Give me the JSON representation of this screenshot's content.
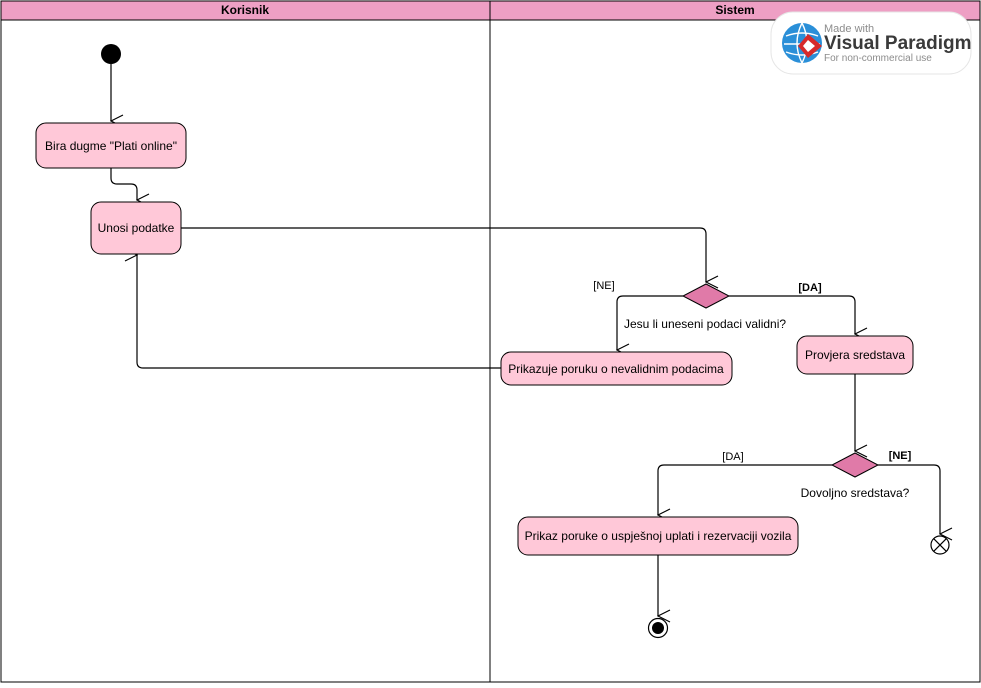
{
  "lanes": {
    "korisnik": "Korisnik",
    "sistem": "Sistem"
  },
  "actions": {
    "bira_dugme": "Bira dugme \"Plati online\"",
    "unosi_podatke": "Unosi podatke",
    "prikazuje_poruku": "Prikazuje poruku o nevalidnim podacima",
    "provjera_sredstava": "Provjera sredstava",
    "prikaz_poruke": "Prikaz poruke o uspješnoj uplati i rezervaciji vozila"
  },
  "decisions": {
    "validni": "Jesu li uneseni podaci validni?",
    "sredstva": "Dovoljno sredstava?"
  },
  "guards": {
    "validni_ne": "[NE]",
    "validni_da": "[DA]",
    "sredstva_da": "[DA]",
    "sredstva_ne": "[NE]"
  },
  "watermark": {
    "made_with": "Made with",
    "brand": "Visual Paradigm",
    "note": "For non-commercial use"
  },
  "colors": {
    "lane_header": "#ee9fc4",
    "action_fill": "#ffc8d8",
    "decision_fill": "#e07aa8",
    "border": "#000000"
  }
}
